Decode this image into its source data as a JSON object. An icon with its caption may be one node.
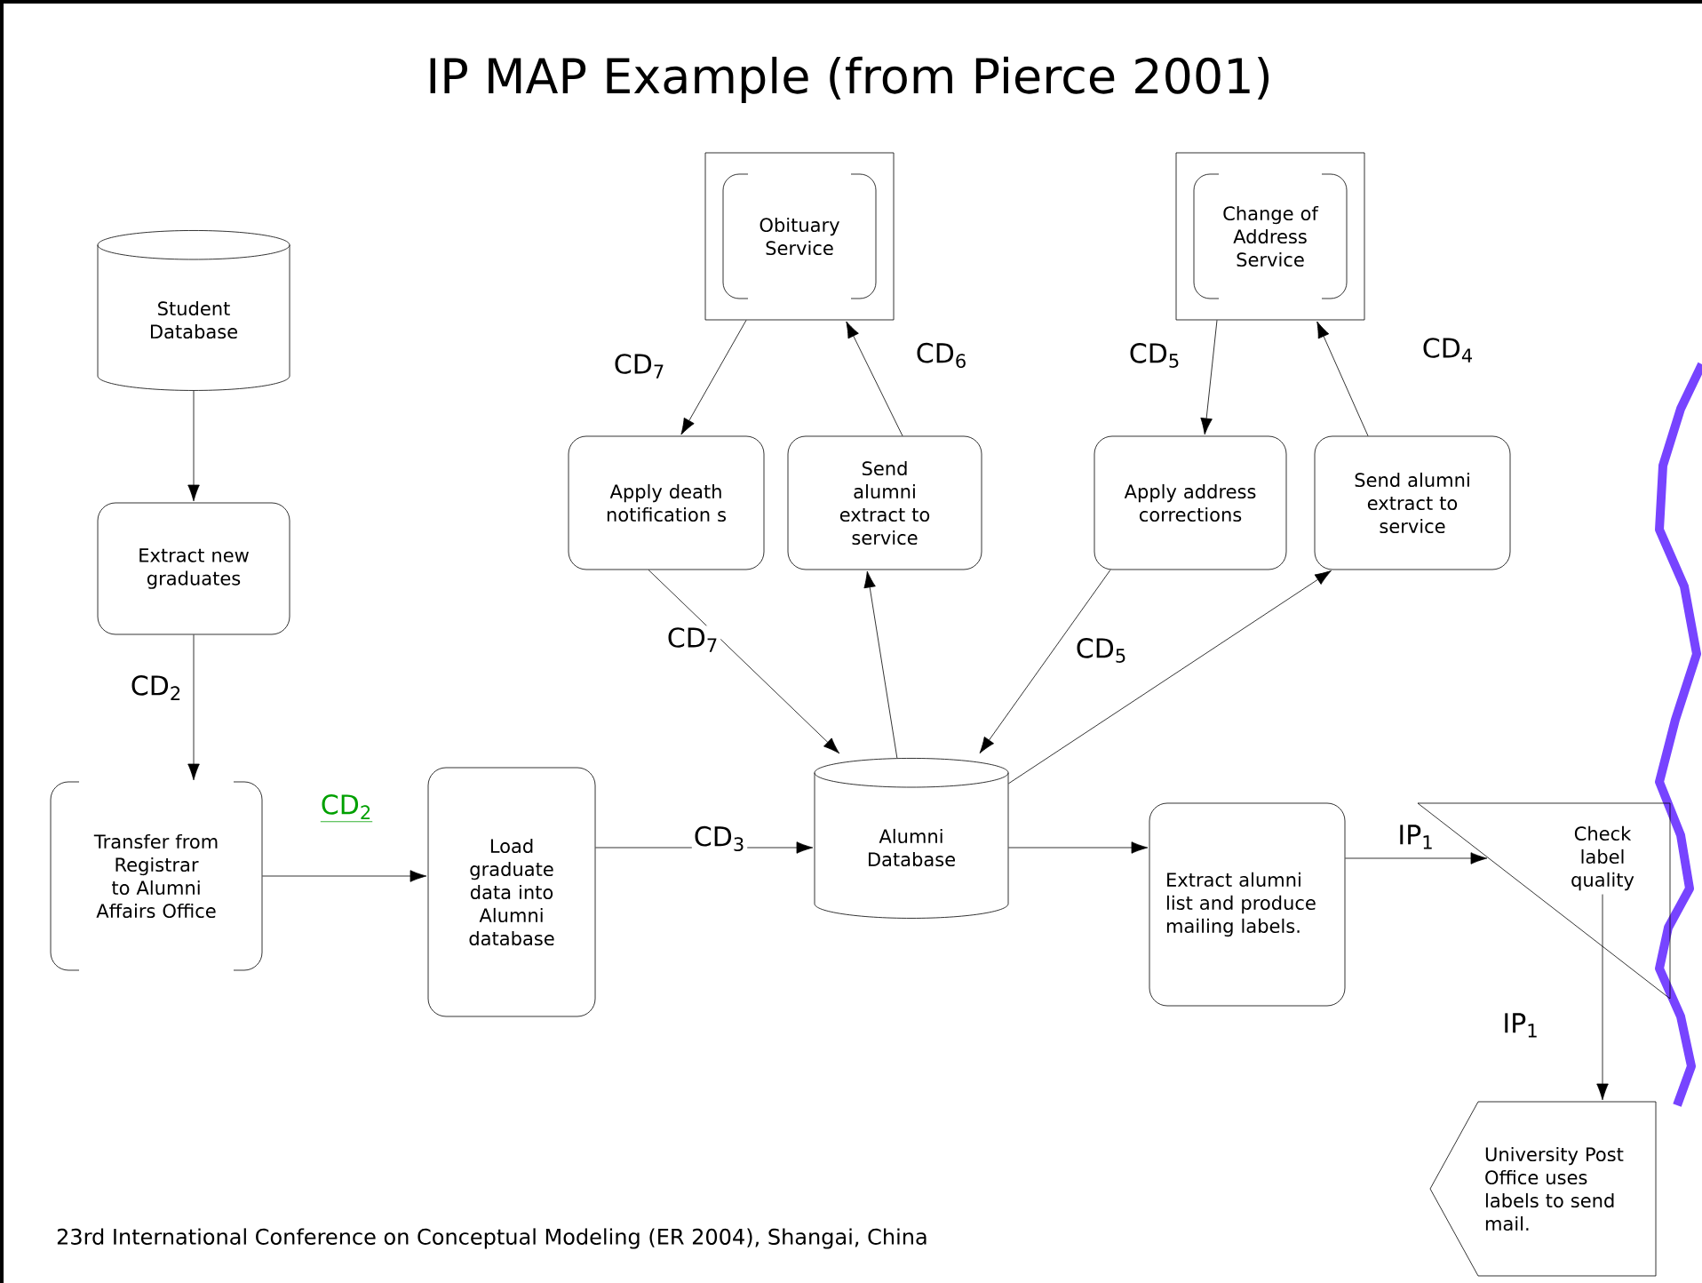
{
  "diagram": {
    "title": "IP MAP Example (from Pierce 2001)",
    "nodes": [
      {
        "text": [
          "Student Database"
        ]
      },
      {
        "text": [
          "Extract new graduates"
        ]
      },
      {
        "text": [
          "Transfer from Registrar to Alumni Affairs Office"
        ]
      },
      {
        "text": [
          "Load graduate data into Alumni database"
        ]
      },
      {
        "text": [
          "Obituary Service"
        ]
      },
      {
        "text": [
          "Change of Address Service"
        ]
      },
      {
        "text": [
          "Apply death notification s"
        ]
      },
      {
        "text": [
          "Send alumni extract to service"
        ]
      },
      {
        "text": [
          "Apply address corrections"
        ]
      },
      {
        "text": [
          "Send alumni extract to service"
        ]
      },
      {
        "text": [
          "Alumni Database"
        ]
      },
      {
        "text": [
          "Extract alumni list and produce mailing labels."
        ]
      },
      {
        "text": [
          "Check label quality"
        ]
      },
      {
        "text": [
          "University Post Office uses labels to send mail."
        ]
      }
    ],
    "edges": [
      {
        "from": 0,
        "to": 1,
        "arrow": "to"
      },
      {
        "from": 1,
        "to": 2,
        "arrow": "to",
        "label": "CD$_{2}$"
      },
      {
        "from": 2,
        "to": 3,
        "arrow": "to",
        "label": "CD$_{2}$"
      },
      {
        "from": 3,
        "to": 10,
        "arrow": "to",
        "label": "CD$_{3}$"
      },
      {
        "from": 4,
        "to": 6,
        "arrow": "to",
        "label": "CD$_{7}$"
      },
      {
        "from": 7,
        "to": 4,
        "arrow": "to",
        "label": "CD$_{6}$"
      },
      {
        "from": 5,
        "to": 8,
        "arrow": "to",
        "label": "CD$_{5}$"
      },
      {
        "from": 9,
        "to": 5,
        "arrow": "to",
        "label": "CD$_{4}$"
      },
      {
        "from": 6,
        "to": 10,
        "arrow": "to",
        "label": "CD$_{7}$"
      },
      {
        "from": 10,
        "to": 7,
        "arrow": "to"
      },
      {
        "from": 8,
        "to": 10,
        "arrow": "to",
        "label": "CD$_{5}$"
      },
      {
        "from": 10,
        "to": 9,
        "arrow": "to"
      },
      {
        "from": 10,
        "to": 11,
        "arrow": "to"
      },
      {
        "from": 11,
        "to": 12,
        "arrow": "to",
        "label": "IP$_{1}$"
      },
      {
        "from": 12,
        "to": 13,
        "arrow": "to",
        "label": "IP$_{1}$"
      }
    ],
    "labels": [
      "23rd International Conference on Conceptual Modeling (ER 2004), Shangai, China"
    ]
  }
}
